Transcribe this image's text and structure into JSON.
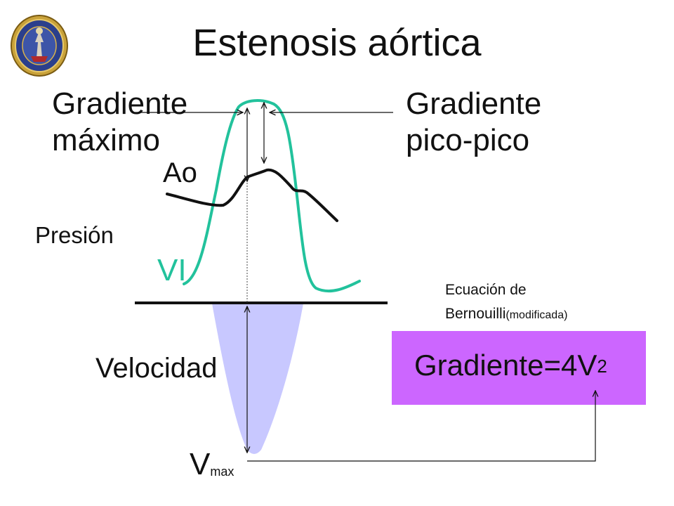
{
  "title": "Estenosis aórtica",
  "labels": {
    "gradiente_maximo": [
      "Gradiente",
      "máximo"
    ],
    "gradiente_pico_pico": [
      "Gradiente",
      "pico-pico"
    ],
    "ao": "Ao",
    "presion": "Presión",
    "vi": "VI",
    "velocidad": "Velocidad",
    "vmax_main": "V",
    "vmax_sub": "max",
    "bernoulli_line1": "Ecuación de",
    "bernoulli_line2": "Bernouilli",
    "bernoulli_note": "(modificada)",
    "formula_main": "Gradiente=4V",
    "formula_exp": "2"
  },
  "colors": {
    "vi_curve": "#22c29c",
    "ao_curve": "#111111",
    "velocity_fill": "#c8c8ff",
    "formula_box": "#cc66ff"
  },
  "icons": {
    "seal": "university-seal-icon"
  }
}
